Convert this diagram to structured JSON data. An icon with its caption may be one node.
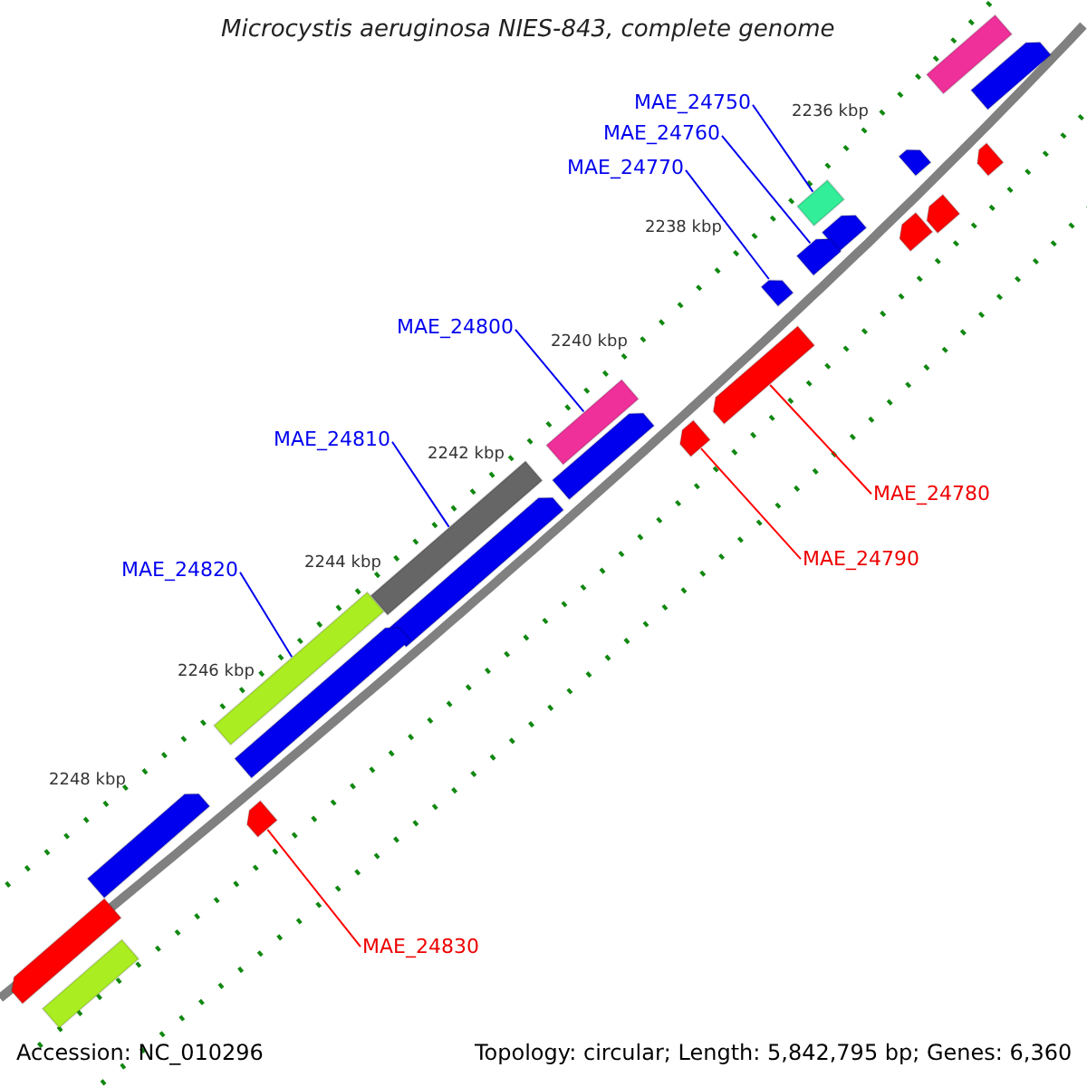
{
  "diagram": {
    "title": "Microcystis aeruginosa NIES-843, complete genome",
    "nodes": [
      {
        "text": [
          "MAE_24750"
        ]
      },
      {
        "text": [
          "MAE_24760"
        ]
      },
      {
        "text": [
          "MAE_24770"
        ]
      },
      {
        "text": [
          "MAE_24800"
        ]
      },
      {
        "text": [
          "MAE_24810"
        ]
      },
      {
        "text": [
          "MAE_24780"
        ]
      },
      {
        "text": [
          "MAE_24790"
        ]
      },
      {
        "text": [
          "MAE_24820"
        ]
      },
      {
        "text": [
          "MAE_24830"
        ]
      },
      {
        "text": [],
        "shape": "bar"
      },
      {
        "text": [],
        "shape": "arrow"
      },
      {
        "text": [],
        "shape": "arrow"
      },
      {
        "text": [],
        "shape": "arrow"
      },
      {
        "text": [],
        "shape": "bar"
      },
      {
        "text": [],
        "shape": "arrow"
      },
      {
        "text": [],
        "shape": "arrow"
      },
      {
        "text": [],
        "shape": "arrow"
      },
      {
        "text": [],
        "shape": "arrow"
      },
      {
        "text": [],
        "shape": "arrow"
      },
      {
        "text": [],
        "shape": "arrow"
      },
      {
        "text": [],
        "shape": "bar"
      },
      {
        "text": [],
        "shape": "arrow"
      },
      {
        "text": [],
        "shape": "arrow"
      },
      {
        "text": [],
        "shape": "bar"
      },
      {
        "text": [],
        "shape": "arrow"
      },
      {
        "text": [],
        "shape": "bar"
      },
      {
        "text": [],
        "shape": "arrow"
      },
      {
        "text": [],
        "shape": "arrow"
      },
      {
        "text": [],
        "shape": "arrow"
      },
      {
        "text": [],
        "shape": "arrow"
      },
      {
        "text": [],
        "shape": "bar"
      }
    ],
    "edges": [
      {
        "from": 0,
        "to": 13,
        "arrow": "none"
      },
      {
        "from": 1,
        "to": 17,
        "arrow": "none"
      },
      {
        "from": 2,
        "to": 18,
        "arrow": "none"
      },
      {
        "from": 3,
        "to": 20,
        "arrow": "none"
      },
      {
        "from": 4,
        "to": 23,
        "arrow": "none"
      },
      {
        "from": 5,
        "to": 19,
        "arrow": "none",
        "color": "#ff0000"
      },
      {
        "from": 6,
        "to": 21,
        "arrow": "none",
        "color": "#ff0000"
      },
      {
        "from": 7,
        "to": 25,
        "arrow": "none"
      },
      {
        "from": 8,
        "to": 27,
        "arrow": "none",
        "color": "#ff0000"
      }
    ],
    "labels": [
      "2236 kbp",
      "2238 kbp",
      "2240 kbp",
      "2242 kbp",
      "2244 kbp",
      "2246 kbp",
      "2248 kbp",
      "Accession: NC_010296",
      "Topology: circular; Length: 5,842,795 bp; Genes: 6,360"
    ]
  }
}
